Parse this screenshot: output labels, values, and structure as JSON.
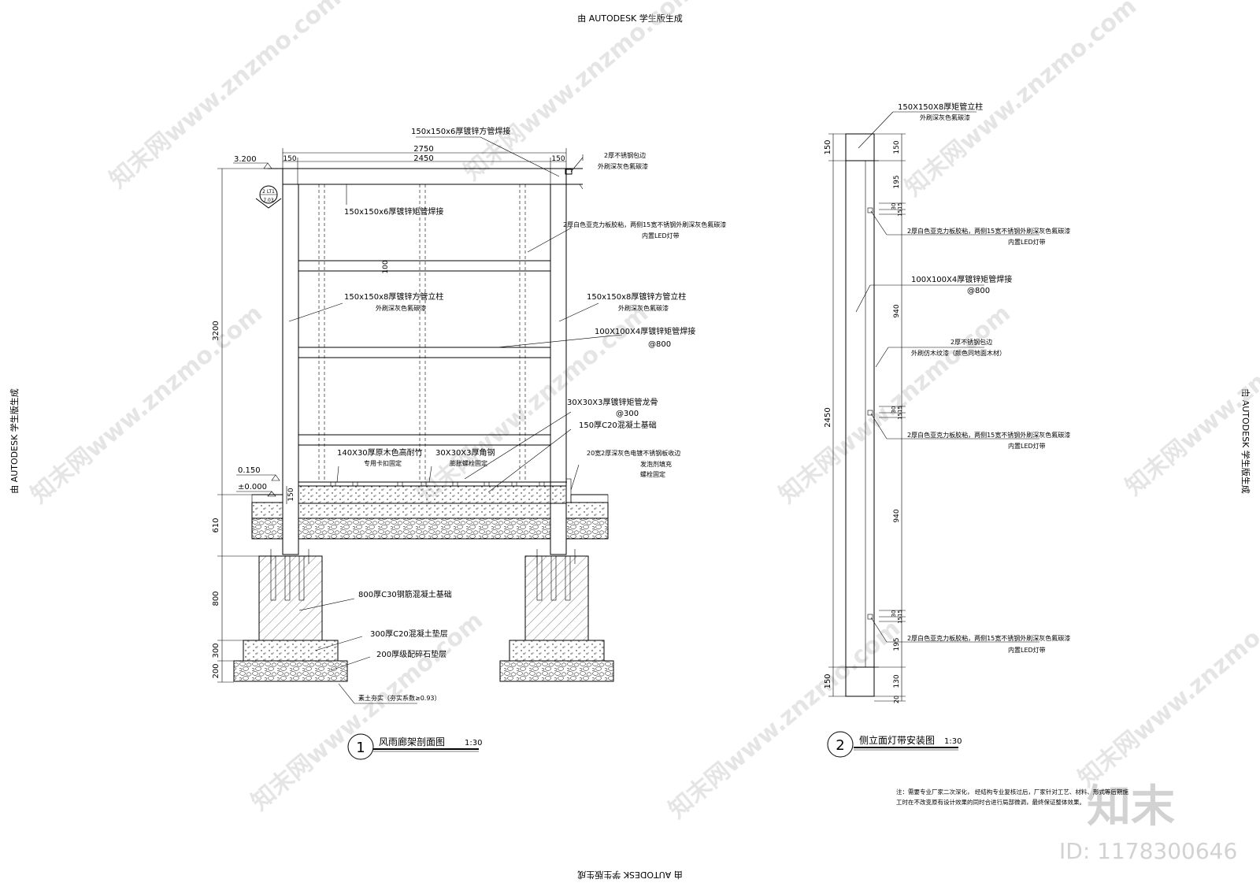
{
  "watermark": {
    "autodesk_top": "由 AUTODESK 学生版生成",
    "autodesk_bottom": "由 AUTODESK 学生版生成",
    "autodesk_left": "由 AUTODESK 学生版生成",
    "autodesk_right": "由 AUTODESK 学生版生成",
    "site": "知末网www.znzmo.com",
    "logo": "知末",
    "id": "ID: 1178300646"
  },
  "drawing1": {
    "title": "风雨廊架剖面图",
    "number": "1",
    "scale": "1:30",
    "dims": {
      "top_total": "2750",
      "top_inner": "2450",
      "top_left": "150",
      "top_right": "150",
      "height": "3200",
      "spacing_100": "100",
      "base_150": "150",
      "d610": "610",
      "d800": "800",
      "d300": "300",
      "d200": "200"
    },
    "levels": {
      "top": "3.200",
      "l150": "0.150",
      "l0": "±0.000"
    },
    "section_mark": {
      "top": "2 LT1",
      "bottom": "7.03"
    },
    "labels": {
      "beam_top": "150x150x6厚镀锌方管焊接",
      "beam_inner": "150x150x6厚镀锌矩管焊接",
      "cover_1": "2厚不锈钢包边",
      "cover_2": "外刷深灰色氟碳漆",
      "acrylic_1": "2厚白色亚克力板胶粘，两侧15宽不锈钢外刷深灰色氟碳漆",
      "acrylic_2": "内置LED灯带",
      "col_left_1": "150x150x8厚镀锌方管立柱",
      "col_left_2": "外刷深灰色氟碳漆",
      "col_right_1": "150x150x8厚镀锌方管立柱",
      "col_right_2": "外刷深灰色氟碳漆",
      "tube_1": "100X100X4厚镀锌矩管焊接",
      "tube_2": "@800",
      "rib_1": "30X30X3厚镀锌矩管龙骨",
      "rib_2": "@300",
      "c20_base": "150厚C20混凝土基础",
      "plank_1": "140X30厚原木色高耐竹",
      "plank_2": "专用卡扣固定",
      "angle_1": "30X30X3厚角钢",
      "angle_2": "膨胀螺栓固定",
      "edge_1": "20宽2厚深灰色电镀不锈钢板收边",
      "edge_2": "发泡剂填充",
      "edge_3": "螺栓固定",
      "found_c30": "800厚C30钢筋混凝土基础",
      "found_c20": "300厚C20混凝土垫层",
      "found_gravel": "200厚级配碎石垫层",
      "soil": "素土夯实（夯实系数≥0.93）"
    }
  },
  "drawing2": {
    "title": "侧立面灯带安装图",
    "number": "2",
    "scale": "1:30",
    "dims": {
      "left_top": "150",
      "left_mid": "2450",
      "left_bot": "150",
      "r150": "150",
      "r195": "195",
      "r30a": "30",
      "r15a": "1515",
      "r940a": "940",
      "r30b": "30",
      "r15b": "1515",
      "r940b": "940",
      "r30c": "30",
      "r15c": "1515",
      "r195b": "195",
      "r130": "130",
      "r20": "20"
    },
    "labels": {
      "post_1": "150X150X8厚矩管立柱",
      "post_2": "外刷深灰色氟碳漆",
      "acr_a1": "2厚白色亚克力板胶粘，两侧15宽不锈钢外刷深灰色氟碳漆",
      "acr_a2": "内置LED灯带",
      "tube_1": "100X100X4厚镀锌矩管焊接",
      "tube_2": "@800",
      "ss_1": "2厚不锈钢包边",
      "ss_2": "外刷仿木纹漆（颜色同地面木材）",
      "acr_b1": "2厚白色亚克力板胶粘，两侧15宽不锈钢外刷深灰色氟碳漆",
      "acr_b2": "内置LED灯带",
      "acr_c1": "2厚白色亚克力板胶粘，两侧15宽不锈钢外刷深灰色氟碳漆",
      "acr_c2": "内置LED灯带"
    }
  },
  "note": {
    "line1": "注：需要专业厂家二次深化，  经结构专业复核过后，厂家针对工艺、材料、形式等后期施",
    "line2": "工时在不改变原有设计效果的同时合进行局部微调，最终保证整体效果。"
  }
}
